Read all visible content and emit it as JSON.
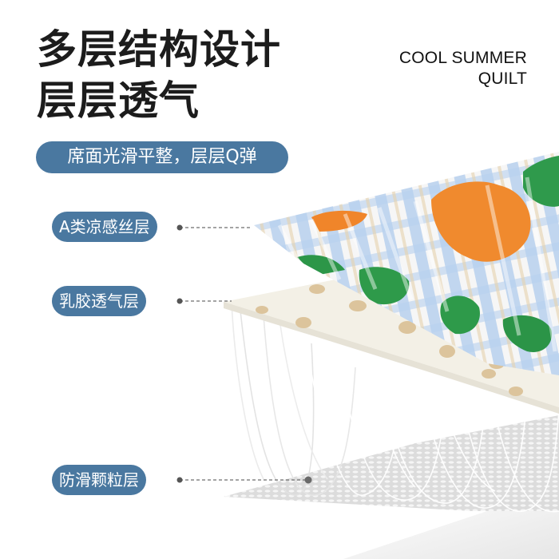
{
  "headline": {
    "line1": "多层结构设计",
    "line2": "层层透气"
  },
  "brand": {
    "line1": "COOL SUMMER",
    "line2": "QUILT"
  },
  "subtitle": "席面光滑平整，层层Q弹",
  "layers": [
    {
      "label": "A类凉感丝层",
      "icon": "quilted-cooling-fabric"
    },
    {
      "label": "乳胶透气层",
      "icon": "perforated-latex-sheet"
    },
    {
      "label": "防滑颗粒层",
      "icon": "anti-slip-mesh-base"
    }
  ],
  "colors": {
    "pill": "#4a78a0",
    "headline": "#1c1c1c",
    "fabric_orange": "#f08a2e",
    "fabric_green": "#2e9a4a",
    "fabric_blue": "#a9c8ea",
    "latex": "#f2efe4",
    "latex_hole": "#d9c29a",
    "mesh": "#c9c9c9"
  }
}
